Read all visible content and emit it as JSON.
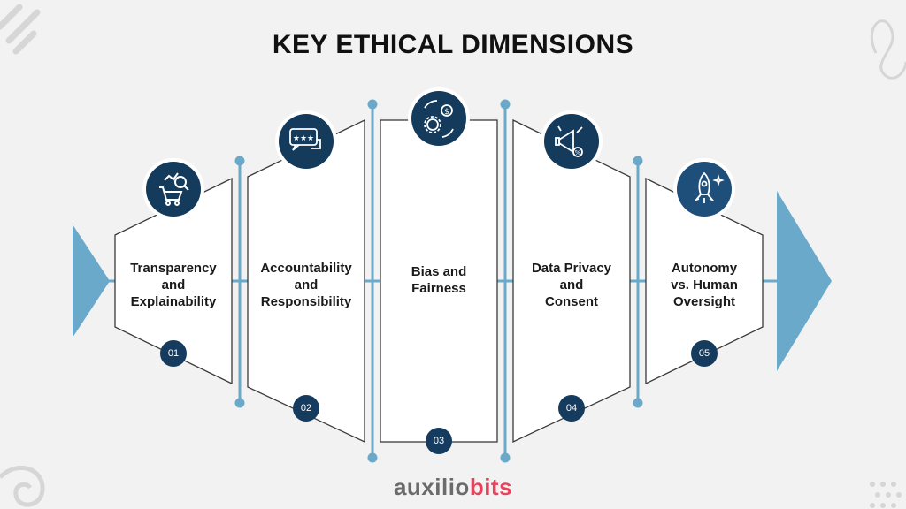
{
  "title": "KEY ETHICAL DIMENSIONS",
  "colors": {
    "arrow": "#6aa9c9",
    "line": "#6aa9c9",
    "circle_dark": "#143a5c",
    "circle_mid": "#1d4f7a",
    "badge": "#153c5e",
    "panel_border": "#3a3a3a"
  },
  "panels": [
    {
      "label_lines": [
        "Transparency",
        "and",
        "Explainability"
      ],
      "number": "01",
      "icon": "cart-analytics-icon"
    },
    {
      "label_lines": [
        "Accountability",
        "and",
        "Responsibility"
      ],
      "number": "02",
      "icon": "rating-chat-icon"
    },
    {
      "label_lines": [
        "Bias and",
        "Fairness"
      ],
      "number": "03",
      "icon": "gear-dollar-cycle-icon"
    },
    {
      "label_lines": [
        "Data Privacy",
        "and",
        "Consent"
      ],
      "number": "04",
      "icon": "megaphone-discount-icon"
    },
    {
      "label_lines": [
        "Autonomy",
        "vs. Human",
        "Oversight"
      ],
      "number": "05",
      "icon": "rocket-icon"
    }
  ],
  "logo": {
    "part1": "auxilio",
    "part2": "bits"
  }
}
